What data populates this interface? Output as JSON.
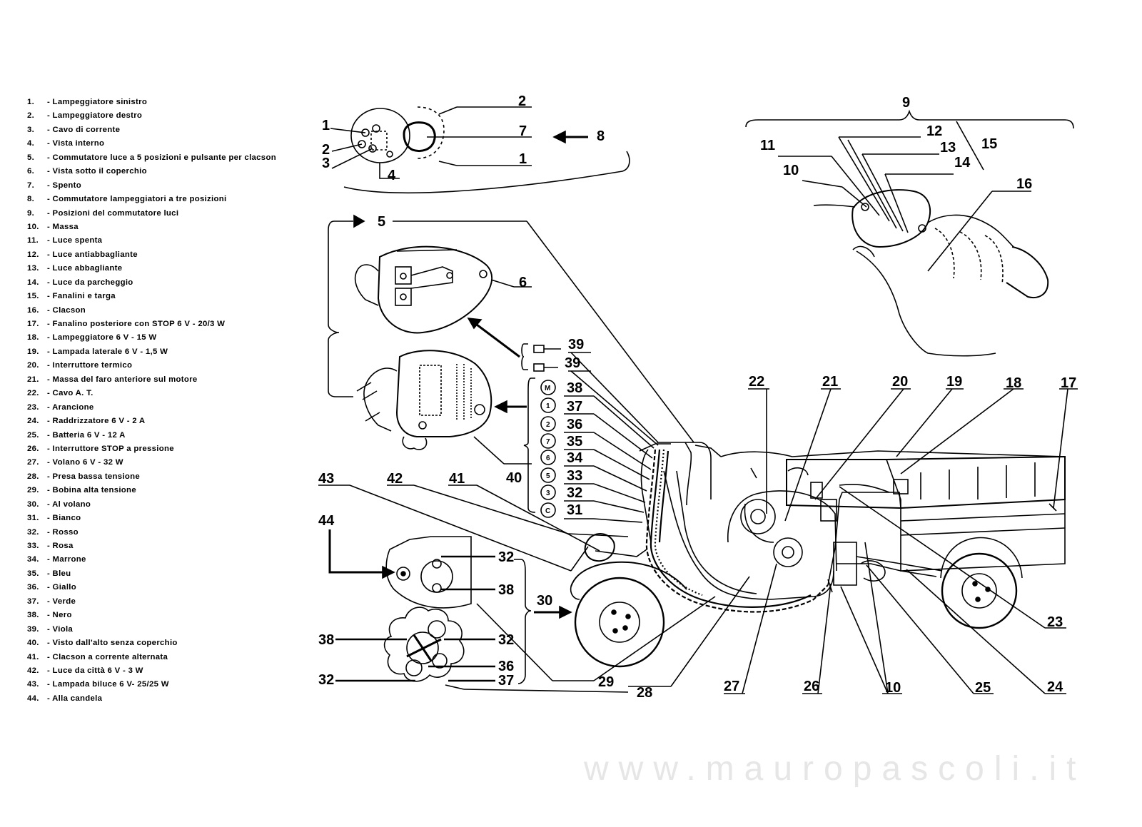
{
  "legend": [
    {
      "num": "1.",
      "text": "- Lampeggiatore sinistro"
    },
    {
      "num": "2.",
      "text": "- Lampeggiatore destro"
    },
    {
      "num": "3.",
      "text": "- Cavo di corrente"
    },
    {
      "num": "4.",
      "text": "- Vista interno"
    },
    {
      "num": "5.",
      "text": "- Commutatore luce a 5 posizioni e pulsante per clacson"
    },
    {
      "num": "6.",
      "text": "- Vista sotto il coperchio"
    },
    {
      "num": "7.",
      "text": "- Spento"
    },
    {
      "num": "8.",
      "text": "- Commutatore lampeggiatori a tre posizioni"
    },
    {
      "num": "9.",
      "text": "- Posizioni del commutatore luci"
    },
    {
      "num": "10.",
      "text": "- Massa"
    },
    {
      "num": "11.",
      "text": "- Luce spenta"
    },
    {
      "num": "12.",
      "text": "- Luce antiabbagliante"
    },
    {
      "num": "13.",
      "text": "- Luce abbagliante"
    },
    {
      "num": "14.",
      "text": "- Luce da parcheggio"
    },
    {
      "num": "15.",
      "text": "- Fanalini e targa"
    },
    {
      "num": "16.",
      "text": "- Clacson"
    },
    {
      "num": "17.",
      "text": "- Fanalino posteriore con STOP 6 V - 20/3 W"
    },
    {
      "num": "18.",
      "text": "- Lampeggiatore 6 V - 15 W"
    },
    {
      "num": "19.",
      "text": "- Lampada laterale 6 V - 1,5 W"
    },
    {
      "num": "20.",
      "text": "- Interruttore termico"
    },
    {
      "num": "21.",
      "text": "- Massa del faro anteriore sul motore"
    },
    {
      "num": "22.",
      "text": "- Cavo A. T."
    },
    {
      "num": "23.",
      "text": "- Arancione"
    },
    {
      "num": "24.",
      "text": "- Raddrizzatore 6 V - 2 A"
    },
    {
      "num": "25.",
      "text": "- Batteria 6 V - 12 A"
    },
    {
      "num": "26.",
      "text": "- Interruttore STOP a pressione"
    },
    {
      "num": "27.",
      "text": "- Volano 6 V - 32 W"
    },
    {
      "num": "28.",
      "text": "- Presa bassa tensione"
    },
    {
      "num": "29.",
      "text": "- Bobina alta tensione"
    },
    {
      "num": "30.",
      "text": "- Al volano"
    },
    {
      "num": "31.",
      "text": "- Bianco"
    },
    {
      "num": "32.",
      "text": "- Rosso"
    },
    {
      "num": "33.",
      "text": "- Rosa"
    },
    {
      "num": "34.",
      "text": "- Marrone"
    },
    {
      "num": "35.",
      "text": "- Bleu"
    },
    {
      "num": "36.",
      "text": "- Giallo"
    },
    {
      "num": "37.",
      "text": "- Verde"
    },
    {
      "num": "38.",
      "text": "- Nero"
    },
    {
      "num": "39.",
      "text": "- Viola"
    },
    {
      "num": "40.",
      "text": "- Visto dall'alto senza coperchio"
    },
    {
      "num": "41.",
      "text": "- Clacson a corrente alternata"
    },
    {
      "num": "42.",
      "text": "- Luce da città 6 V - 3 W"
    },
    {
      "num": "43.",
      "text": "- Lampada biluce 6 V- 25/25 W"
    },
    {
      "num": "44.",
      "text": "- Alla candela"
    }
  ],
  "callouts": {
    "c1a": "1",
    "c2a": "2",
    "c3": "3",
    "c4": "4",
    "c2b": "2",
    "c7": "7",
    "c1b": "1",
    "c8": "8",
    "c9": "9",
    "c11": "11",
    "c12": "12",
    "c13": "13",
    "c14": "14",
    "c15": "15",
    "c10a": "10",
    "c16": "16",
    "c5": "5",
    "c6": "6",
    "c39a": "39",
    "c39b": "39",
    "c38": "38",
    "c37": "37",
    "c36": "36",
    "c35": "35",
    "c34": "34",
    "c33": "33",
    "c32": "32",
    "c31": "31",
    "c40": "40",
    "c43": "43",
    "c42": "42",
    "c41": "41",
    "c44": "44",
    "c32a": "32",
    "c38a": "38",
    "c30": "30",
    "c38b": "38",
    "c32b": "32",
    "c36b": "36",
    "c32c": "32",
    "c37b": "37",
    "c29": "29",
    "c28": "28",
    "c22": "22",
    "c21": "21",
    "c20": "20",
    "c19": "19",
    "c18": "18",
    "c17": "17",
    "c23": "23",
    "c24": "24",
    "c25": "25",
    "c10b": "10",
    "c26": "26",
    "c27": "27"
  },
  "wire_codes": [
    "M",
    "1",
    "2",
    "7",
    "6",
    "5",
    "3",
    "C"
  ],
  "watermark": "www.mauropascoli.it"
}
